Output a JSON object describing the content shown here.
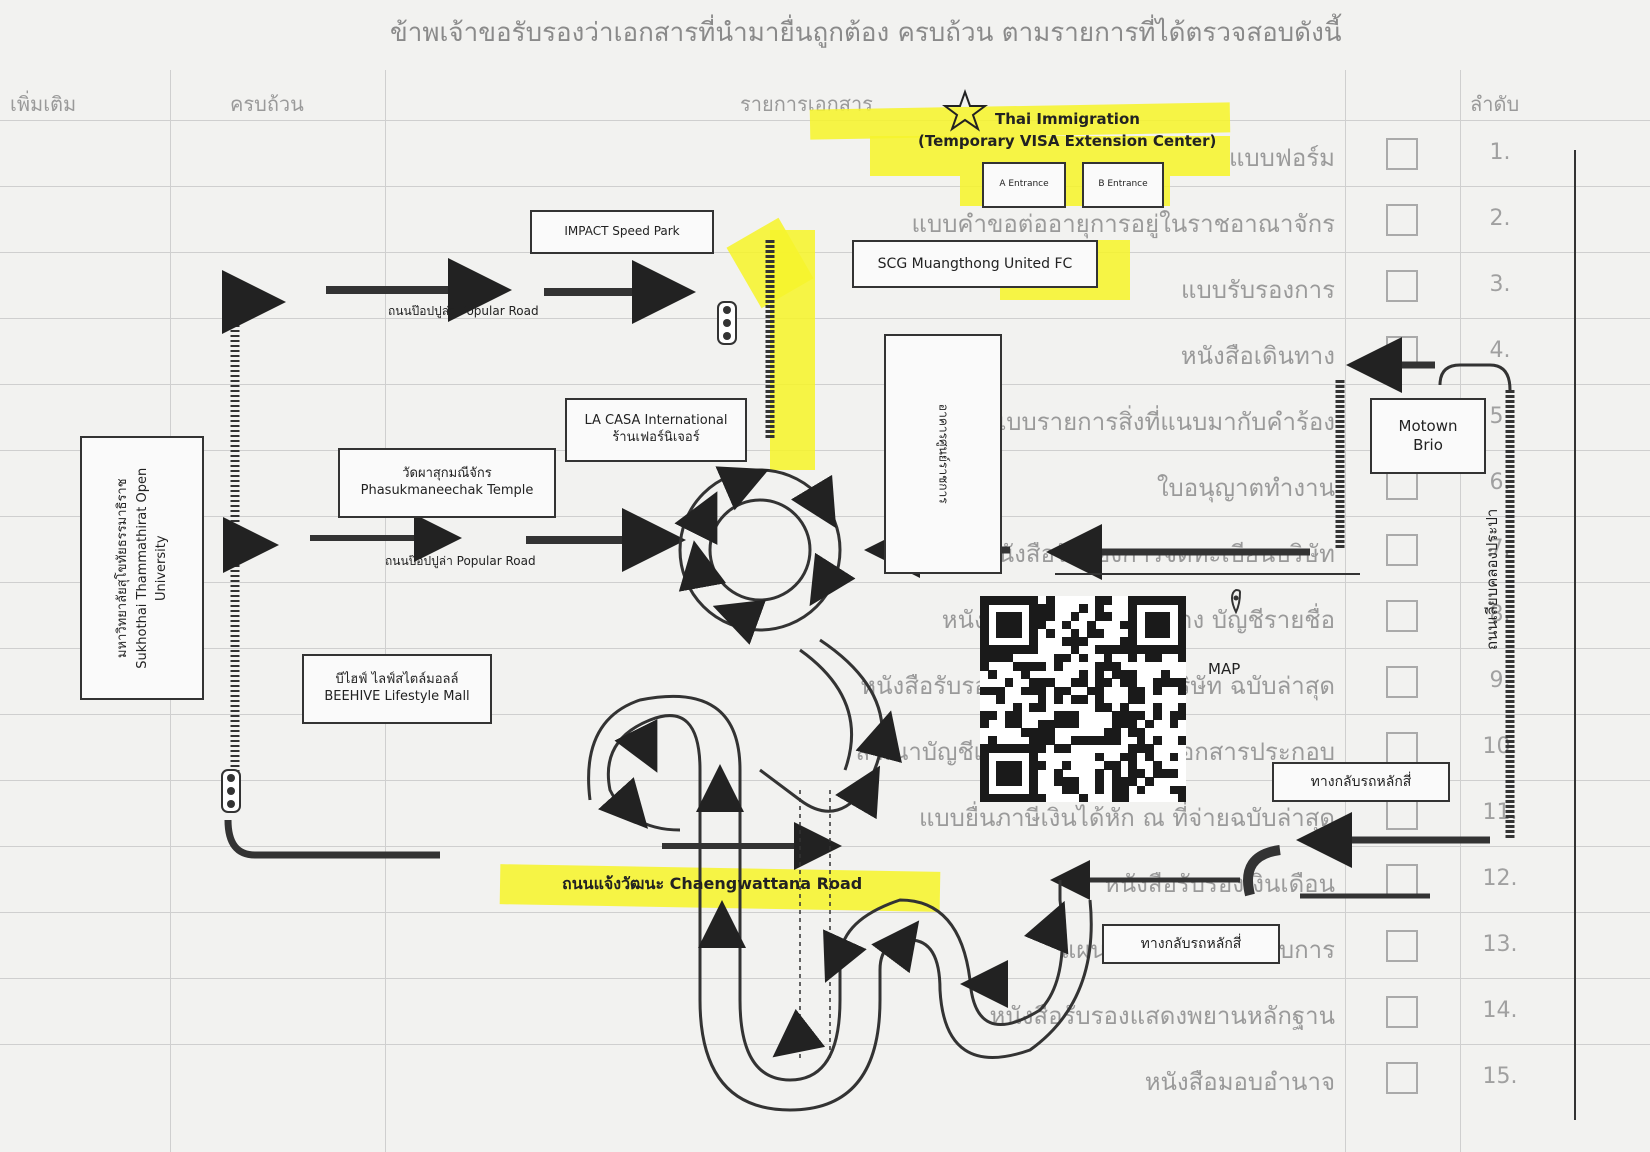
{
  "document_header": "ข้าพเจ้าขอรับรองว่าเอกสารที่นำมายื่นถูกต้อง ครบถ้วน ตามรายการที่ได้ตรวจสอบดังนี้",
  "table": {
    "col_headers": {
      "number": "ลำดับ",
      "doc_list": "รายการเอกสาร",
      "provided": "ครบถ้วน",
      "additional": "เพิ่มเติม"
    },
    "row_numbers": [
      "1.",
      "2.",
      "3.",
      "4.",
      "5.",
      "6.",
      "7.",
      "8.",
      "9.",
      "10.",
      "11.",
      "12.",
      "13.",
      "14.",
      "15."
    ],
    "rows": [
      "แบบฟอร์ม",
      "แบบคำขอต่ออายุการอยู่ในราชอาณาจักร",
      "แบบรับรองการ",
      "หนังสือเดินทาง",
      "แบบรายการสิ่งที่แนบมากับคำร้อง",
      "ใบอนุญาตทำงาน",
      "หนังสือรับรองการจดทะเบียนบริษัท",
      "หนังสือรับรองจากผู้ว่าจ้าง บัญชีรายชื่อ",
      "หนังสือรับรองการทำงาน ของบริษัท ฉบับล่าสุด",
      "สำเนาบัญชีเงินฝาก งบการเงิน เอกสารประกอบ",
      "แบบยื่นภาษีเงินได้หัก ณ ที่จ่ายฉบับล่าสุด",
      "หนังสือรับรองเงินเดือน",
      "แผนที่ตั้งสถานประกอบการ",
      "หนังสือรับรองแสดงพยานหลักฐาน",
      "หนังสือมอบอำนาจ"
    ]
  },
  "map": {
    "immigration_line1": "Thai Immigration",
    "immigration_line2": "(Temporary VISA Extension Center)",
    "building_a": "A Entrance",
    "building_b": "B Entrance",
    "impact": "IMPACT Speed Park",
    "scg": "SCG Muangthong United FC",
    "popular_road_top": "ถนนป๊อปปูล่า Popular Road",
    "popular_road_mid": "ถนนป๊อปปูล่า Popular Road",
    "la_casa_line1": "LA CASA International",
    "la_casa_line2": "ร้านเฟอร์นิเจอร์",
    "temple_line1": "วัดผาสุกมณีจักร",
    "temple_line2": "Phasukmaneechak Temple",
    "university_line1": "มหาวิทยาลัยสุโขทัยธรรมาธิราช",
    "university_line2": "Sukhothai Thammathirat Open",
    "university_line3": "University",
    "beehive_line1": "บีไฮฟ์ ไลฟ์สไตล์มอลล์",
    "beehive_line2": "BEEHIVE Lifestyle Mall",
    "motown_line1": "Motown",
    "motown_line2": "Brio",
    "khlong_prapa_road": "ถนนเลียบคลองประปา",
    "return_main_1": "ทางกลับรถหลักสี่",
    "return_main_2": "ทางกลับรถหลักสี่",
    "chaengwattana": "ถนนแจ้งวัฒนะ Chaengwattana Road",
    "qr_label": "MAP",
    "center_building_text": "อาคารศูนย์ราชการ",
    "colors": {
      "highlight": "#f6f42c",
      "ink": "#222222",
      "paper": "#f2f2f0"
    }
  }
}
